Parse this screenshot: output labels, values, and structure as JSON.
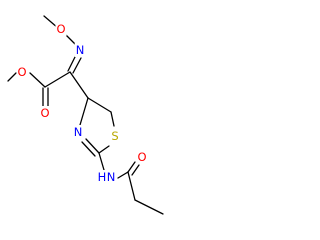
{
  "atoms": [
    {
      "symbol": "O",
      "color": "#ff0000"
    },
    {
      "symbol": "N",
      "color": "#0000ff"
    },
    {
      "symbol": "O",
      "color": "#ff0000"
    },
    {
      "symbol": "O",
      "color": "#ff0000"
    },
    {
      "symbol": "N",
      "color": "#0000ff"
    },
    {
      "symbol": "S",
      "color": "#b8a800"
    },
    {
      "symbol": "N",
      "color": "#0000ff"
    },
    {
      "symbol": "H",
      "color": "#0000ff"
    },
    {
      "symbol": "O",
      "color": "#ff0000"
    }
  ]
}
